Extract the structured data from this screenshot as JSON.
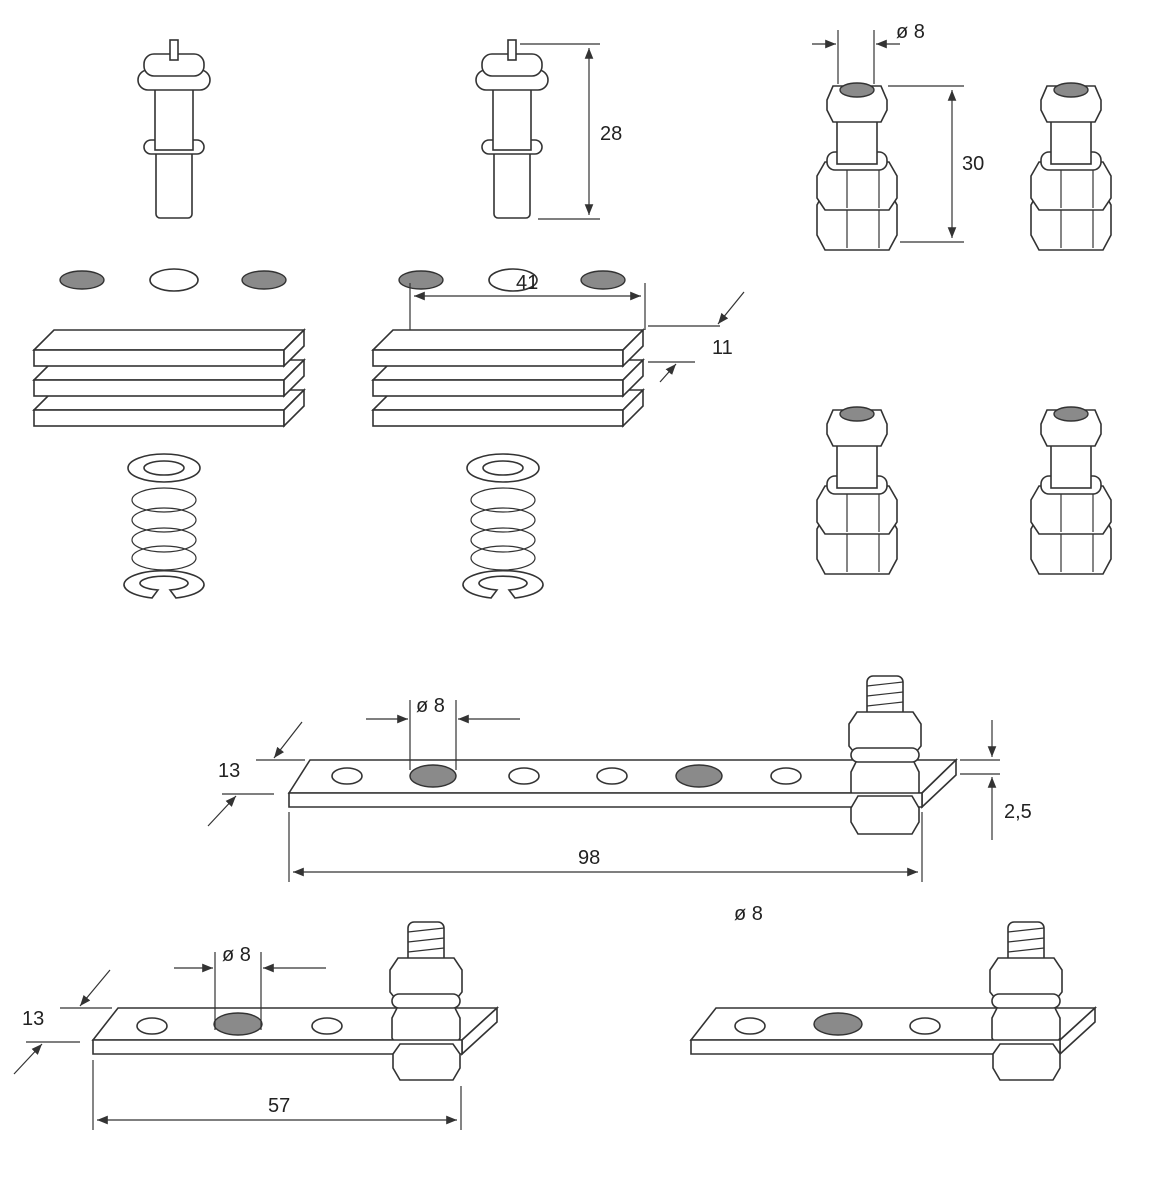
{
  "dimensions": {
    "pin_height": "28",
    "bolt_diameter": "ø 8",
    "bolt_height": "30",
    "plate_width": "41",
    "plate_thickness": "11",
    "long_bar_width": "13",
    "long_bar_hole": "ø 8",
    "long_bar_thickness": "2,5",
    "long_bar_length": "98",
    "mid_diameter": "ø 8",
    "short_bar_width": "13",
    "short_bar_hole": "ø 8",
    "short_bar_length": "57"
  },
  "colors": {
    "line": "#333333",
    "pad": "#8a8a8a",
    "fill": "#ffffff"
  }
}
